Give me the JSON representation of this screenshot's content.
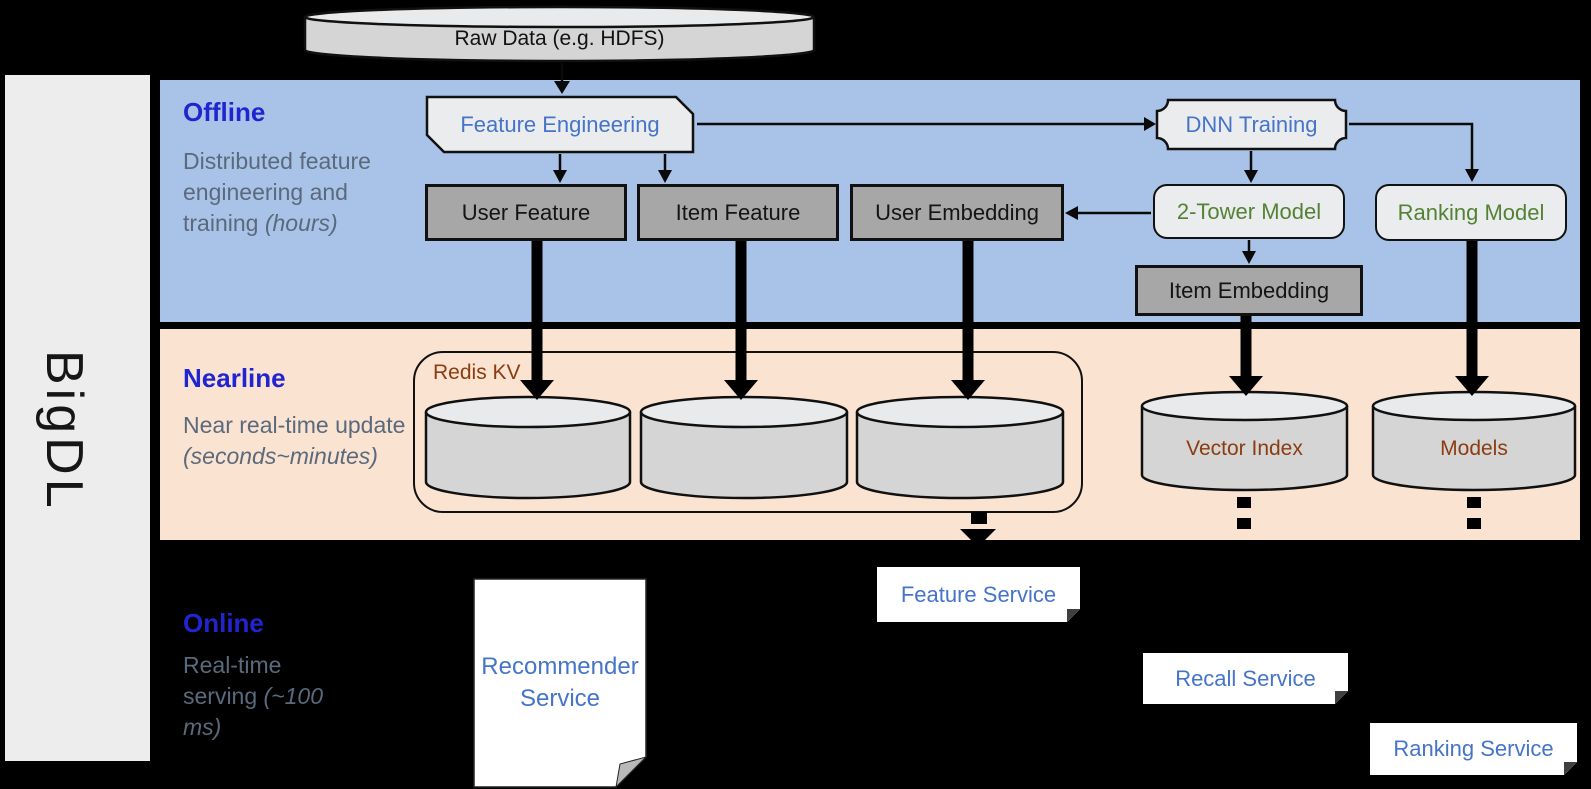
{
  "sidebar": {
    "title": "BigDL"
  },
  "source": {
    "label": "Raw Data (e.g. HDFS)"
  },
  "bands": {
    "offline": {
      "label": "Offline",
      "desc": "Distributed feature engineering and training ",
      "desc_italic": "(hours)"
    },
    "nearline": {
      "label": "Nearline",
      "desc": "Near real-time update ",
      "desc_italic": "(seconds~minutes)"
    },
    "online": {
      "label": "Online",
      "desc": "Real-time serving ",
      "desc_italic": "(~100 ms)"
    }
  },
  "nodes": {
    "feature_engineering": "Feature Engineering",
    "dnn_training": "DNN Training",
    "user_feature": "User Feature",
    "item_feature": "Item Feature",
    "user_embedding": "User Embedding",
    "two_tower_model": "2-Tower Model",
    "ranking_model": "Ranking Model",
    "item_embedding": "Item Embedding",
    "redis_kv": "Redis KV",
    "vector_index": "Vector Index",
    "models": "Models",
    "recommender_service": "Recommender Service",
    "feature_service": "Feature Service",
    "recall_service": "Recall Service",
    "ranking_service": "Ranking Service"
  },
  "colors": {
    "offline_band": "#a9c3e8",
    "nearline_band": "#fbe3d2",
    "band_label_blue": "#2125cf",
    "desc_slate": "#5a6a7c",
    "node_text_blue": "#4574c8",
    "node_text_green": "#548235",
    "node_text_brown": "#8b3c10",
    "gray_node_fill": "#a7a7a7",
    "light_node_fill": "#eaecee"
  }
}
